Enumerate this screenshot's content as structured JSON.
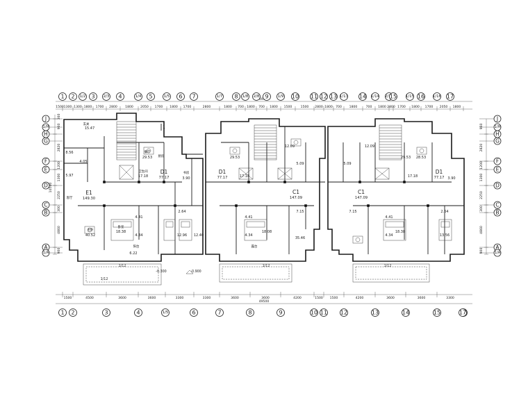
{
  "axes_top": [
    "1",
    "2",
    "1/2",
    "3",
    "2/3",
    "4",
    "1/4",
    "5",
    "1/5",
    "6",
    "7",
    "1/7",
    "8",
    "1/8",
    "2/8",
    "9",
    "1/9",
    "10",
    "11",
    "12",
    "13",
    "1/13",
    "14",
    "1/14",
    "2/14",
    "15",
    "1/15",
    "16",
    "1/16",
    "17"
  ],
  "axes_bottom": [
    "1",
    "2",
    "3",
    "4",
    "1/5",
    "6",
    "7",
    "8",
    "9",
    "10",
    "11",
    "12",
    "13",
    "14",
    "15",
    "16",
    "17"
  ],
  "axes_left": [
    "J",
    "1/H",
    "H",
    "G",
    "F",
    "E",
    "D",
    "C",
    "B",
    "A",
    "1/A"
  ],
  "axes_right": [
    "J",
    "1/H",
    "H",
    "G",
    "F",
    "E",
    "D",
    "C",
    "B",
    "A",
    "1/A"
  ],
  "dims_top": [
    "1500",
    "1300",
    "1300",
    "1800",
    "1700",
    "2800",
    "1800",
    "2050",
    "1700",
    "1800",
    "1700",
    "2800",
    "1800",
    "700",
    "1800",
    "700",
    "1800",
    "1500",
    "1500",
    "2800",
    "1800",
    "700",
    "1800",
    "700",
    "1800",
    "2800",
    "1700",
    "1800",
    "1700",
    "2050",
    "1800"
  ],
  "dims_top_total": "49500",
  "dims_bottom": [
    "1500",
    "4500",
    "3600",
    "3600",
    "3300",
    "3300",
    "3600",
    "3600",
    "4200",
    "1500",
    "1500",
    "4200",
    "3600",
    "3600",
    "3300"
  ],
  "dims_bottom_total": "49500",
  "dims_left": [
    "360",
    "960",
    "2820",
    "1200",
    "1300",
    "2250",
    "300",
    "4860",
    "900"
  ],
  "dims_left_total": "10500",
  "dims_right": [
    "960",
    "2820",
    "1200",
    "1300",
    "2250",
    "300",
    "4860",
    "900"
  ],
  "units": [
    {
      "name": "E1",
      "area": "149.30"
    },
    {
      "name": "D1",
      "area": "77.17"
    },
    {
      "name": "D1",
      "area": "77.17"
    },
    {
      "name": "C1",
      "area": "147.09"
    },
    {
      "name": "C1",
      "area": "147.09"
    },
    {
      "name": "D1",
      "area": "77.17"
    }
  ],
  "room_areas": [
    "15.47",
    "8.56",
    "4.05",
    "5.97",
    "40.52",
    "18.38",
    "4.41",
    "4.34",
    "6.22",
    "29.53",
    "17.18",
    "3.90",
    "12.96",
    "12.40",
    "2.64",
    "4.41",
    "4.34",
    "18.08",
    "29.53",
    "17.18",
    "12.09",
    "5.09",
    "7.15",
    "35.46",
    "5.09",
    "7.15",
    "28.53",
    "12.09",
    "18.38",
    "4.41",
    "4.34",
    "29.53",
    "17.18",
    "3.90",
    "13.56",
    "2.64"
  ],
  "room_labels": [
    "客厅",
    "餐厅",
    "卧室",
    "主卧",
    "厨房",
    "卫生间",
    "阳台",
    "露台",
    "书房",
    "玄关"
  ],
  "slope_labels": [
    "1/12",
    "1/12",
    "1/12",
    "1/12"
  ],
  "elevations": [
    "-0.300",
    "-0.900"
  ],
  "section_mark": "1"
}
